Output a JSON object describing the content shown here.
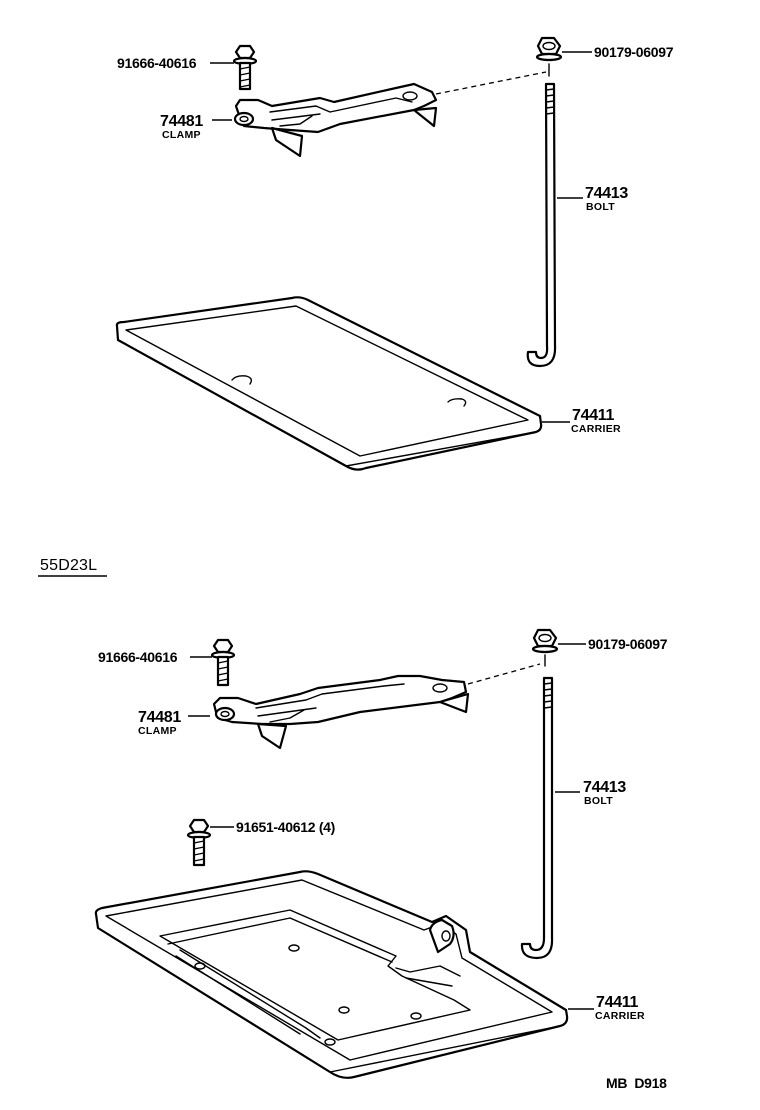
{
  "top": {
    "flange_bolt": "91666-40616",
    "nut": "90179-06097",
    "clamp_no": "74481",
    "clamp_name": "CLAMP",
    "bolt_no": "74413",
    "bolt_name": "BOLT",
    "carrier_no": "74411",
    "carrier_name": "CARRIER"
  },
  "section_label": "55D23L",
  "bottom": {
    "flange_bolt": "91666-40616",
    "nut": "90179-06097",
    "clamp_no": "74481",
    "clamp_name": "CLAMP",
    "bolt_no": "74413",
    "bolt_name": "BOLT",
    "mount_bolt": "91651-40612 (4)",
    "carrier_no": "74411",
    "carrier_name": "CARRIER"
  },
  "footer_code": "MB  D918"
}
